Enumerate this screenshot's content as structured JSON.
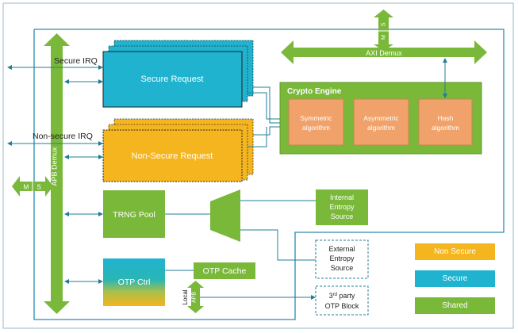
{
  "labels": {
    "apb_demux": "APB Demux",
    "axi_demux": "AXI Demux",
    "master_left": "M",
    "slave_left": "S",
    "master_top": "M",
    "slave_top": "S",
    "secure_irq": "Secure IRQ",
    "non_secure_irq": "Non-secure IRQ",
    "secure_request": "Secure Request",
    "non_secure_request": "Non-Secure Request",
    "crypto_engine": "Crypto Engine",
    "symmetric_1": "Symmetric",
    "symmetric_2": "algorithm",
    "asymmetric_1": "Asymmetric",
    "asymmetric_2": "algorithm",
    "hash_1": "Hash",
    "hash_2": "algorithm",
    "trng_pool": "TRNG Pool",
    "internal_1": "Internal",
    "internal_2": "Entropy",
    "internal_3": "Source",
    "external_1": "External",
    "external_2": "Entropy",
    "external_3": "Source",
    "otp_ctrl": "OTP Ctrl",
    "otp_cache": "OTP Cache",
    "local_apb_1": "Local",
    "local_apb_2": "APB",
    "third_party_1": "3rd party",
    "third_party_2": "OTP Block"
  },
  "legend": {
    "non_secure": "Non Secure",
    "secure": "Secure",
    "shared": "Shared"
  },
  "colors": {
    "secure": "#1fb3cf",
    "non_secure": "#f5b51f",
    "shared": "#7ab83a",
    "crypto_algo": "#f0a26a",
    "connector": "#1f7f9a",
    "border": "#2a8bb0"
  }
}
